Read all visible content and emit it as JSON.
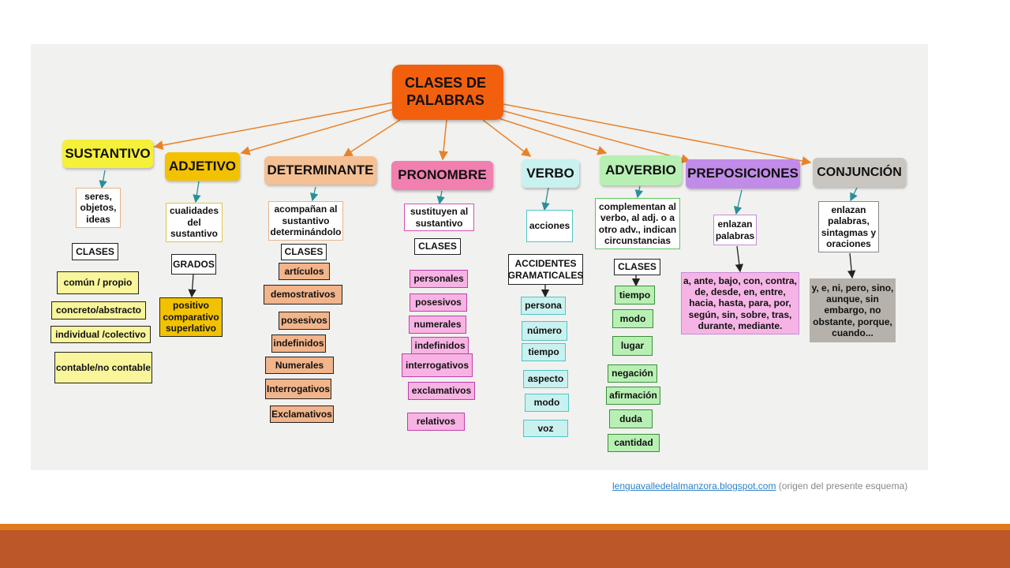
{
  "diagram": {
    "root": "CLASES DE\nPALABRAS",
    "sustantivo": {
      "title": "SUSTANTIVO",
      "desc": "seres,\nobjetos,\nideas",
      "clases_label": "CLASES",
      "items": [
        "común / propio",
        "concreto/abstracto",
        "individual /colectivo",
        "contable/no contable"
      ]
    },
    "adjetivo": {
      "title": "ADJETIVO",
      "desc": "cualidades\ndel\nsustantivo",
      "grados_label": "GRADOS",
      "grados": "positivo\ncomparativo\nsuperlativo"
    },
    "determinante": {
      "title": "DETERMINANTE",
      "desc": "acompañan al\nsustantivo\ndeterminándolo",
      "clases_label": "CLASES",
      "items": [
        "artículos",
        "demostrativos",
        "posesivos",
        "indefinidos",
        "Numerales",
        "Interrogativos",
        "Exclamativos"
      ]
    },
    "pronombre": {
      "title": "PRONOMBRE",
      "desc": "sustituyen al\nsustantivo",
      "clases_label": "CLASES",
      "items": [
        "personales",
        "posesivos",
        "numerales",
        "indefinidos",
        "interrogativos",
        "exclamativos",
        "relativos"
      ]
    },
    "verbo": {
      "title": "VERBO",
      "desc": "acciones",
      "accidentes_label": "ACCIDENTES\nGRAMATICALES",
      "items": [
        "persona",
        "número",
        "tiempo",
        "aspecto",
        "modo",
        "voz"
      ]
    },
    "adverbio": {
      "title": "ADVERBIO",
      "desc": "complementan al\nverbo, al adj. o a\notro adv., indican\ncircunstancias",
      "clases_label": "CLASES",
      "items": [
        "tiempo",
        "modo",
        "lugar",
        "negación",
        "afirmación",
        "duda",
        "cantidad"
      ]
    },
    "preposiciones": {
      "title": "PREPOSICIONES",
      "desc": "enlazan\npalabras",
      "list": "a, ante, bajo, con, contra,\nde, desde, en, entre,\nhacia, hasta, para, por,\nsegún, sin, sobre, tras,\ndurante, mediante."
    },
    "conjuncion": {
      "title": "CONJUNCIÓN",
      "desc": "enlazan\npalabras,\nsintagmas y\noraciones",
      "list": "y, e, ni, pero, sino,\naunque, sin\nembargo, no\nobstante, porque,\ncuando..."
    }
  },
  "source": {
    "link_text": "lenguavalledelalmanzora.blogspot.com",
    "note": " (origen del presente esquema)"
  },
  "colors": {
    "root": "#f2600e",
    "sustantivo": "#f5f03a",
    "adjetivo": "#f2c200",
    "determinante": "#f5c093",
    "pronombre": "#f17fb0",
    "verbo": "#c9f1ef",
    "adverbio": "#b8f0b4",
    "preposiciones": "#c18be8",
    "conjuncion": "#c9c5c0",
    "arrow_orange": "#e8822a",
    "arrow_teal": "#2a8f9a",
    "footer_orange": "#e07b1c",
    "footer_rust": "#bc572a"
  }
}
